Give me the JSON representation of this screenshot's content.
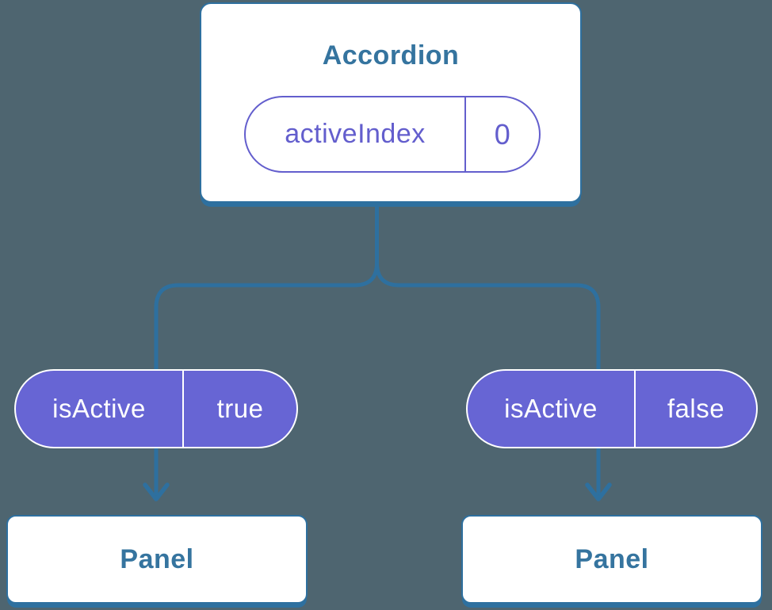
{
  "colors": {
    "background": "#4e6570",
    "card_background": "#ffffff",
    "line_blue": "#2e709f",
    "heading_blue": "#35749f",
    "pill_fill_purple": "#6765d4",
    "pill_outline_purple": "#635ecd",
    "pill_text_white": "#ffffff"
  },
  "diagram": {
    "root": {
      "title": "Accordion",
      "state_pill": {
        "label": "activeIndex",
        "value": "0"
      }
    },
    "branches": [
      {
        "prop_pill": {
          "label": "isActive",
          "value": "true"
        },
        "child": {
          "title": "Panel"
        }
      },
      {
        "prop_pill": {
          "label": "isActive",
          "value": "false"
        },
        "child": {
          "title": "Panel"
        }
      }
    ]
  }
}
